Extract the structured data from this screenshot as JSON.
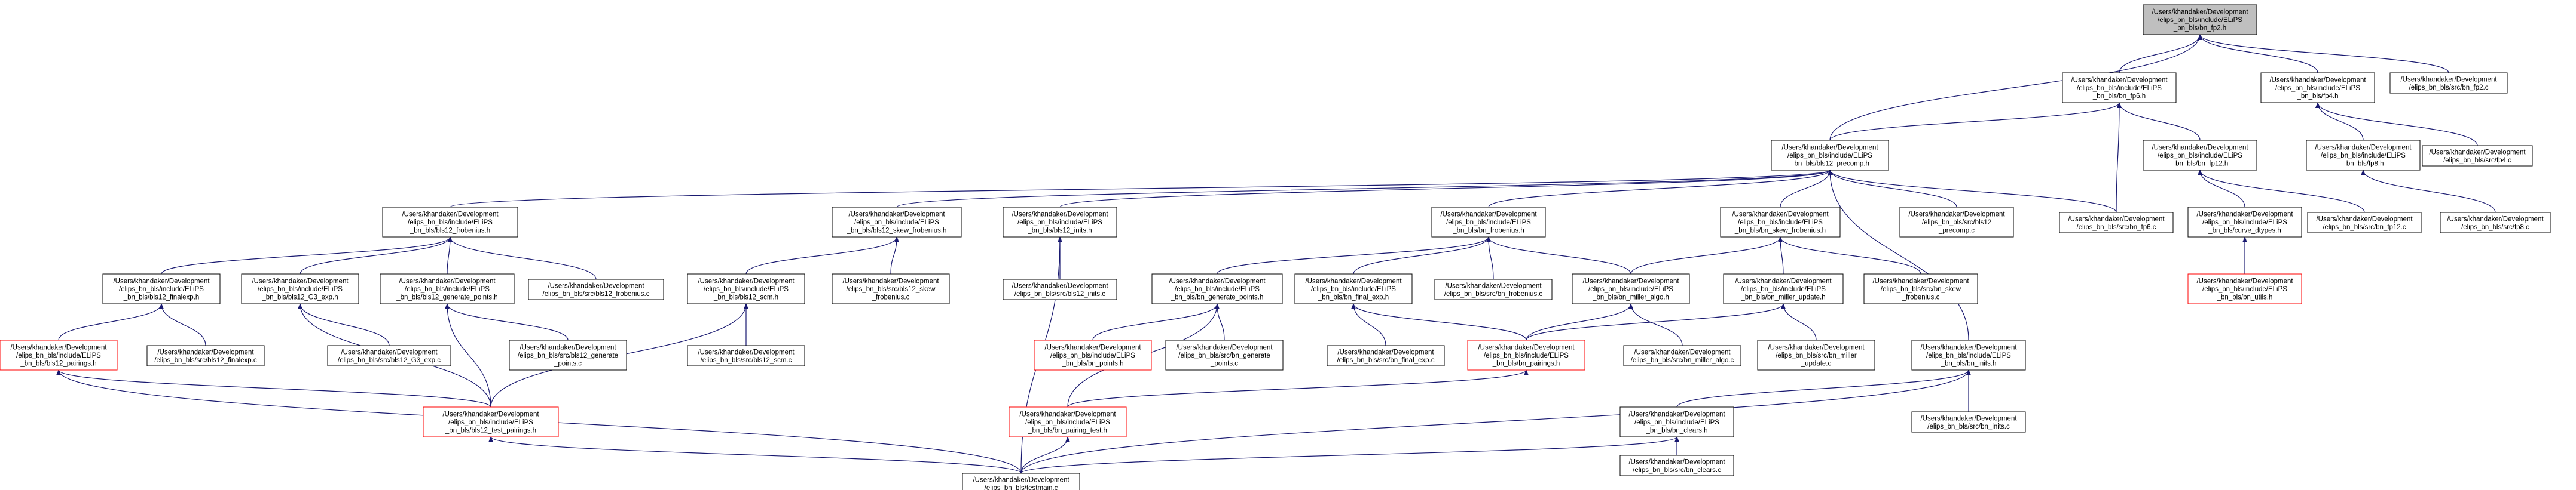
{
  "colors": {
    "edge": "#191970",
    "border": "#000000",
    "red_border": "#ff0000",
    "root_fill": "#bfbfbf",
    "fill": "#ffffff"
  },
  "nodes": {
    "bn_fp2_h": {
      "lines": [
        "/Users/khandaker/Development",
        "/elips_bn_bls/include/ELiPS",
        "_bn_bls/bn_fp2.h"
      ],
      "style": "root"
    },
    "bn_fp6_h": {
      "lines": [
        "/Users/khandaker/Development",
        "/elips_bn_bls/include/ELiPS",
        "_bn_bls/bn_fp6.h"
      ]
    },
    "fp4_h": {
      "lines": [
        "/Users/khandaker/Development",
        "/elips_bn_bls/include/ELiPS",
        "_bn_bls/fp4.h"
      ]
    },
    "bn_fp2_c": {
      "lines": [
        "/Users/khandaker/Development",
        "/elips_bn_bls/src/bn_fp2.c"
      ]
    },
    "bls12_precomp_h": {
      "lines": [
        "/Users/khandaker/Development",
        "/elips_bn_bls/include/ELiPS",
        "_bn_bls/bls12_precomp.h"
      ]
    },
    "bn_fp12_h": {
      "lines": [
        "/Users/khandaker/Development",
        "/elips_bn_bls/include/ELiPS",
        "_bn_bls/bn_fp12.h"
      ]
    },
    "fp8_h": {
      "lines": [
        "/Users/khandaker/Development",
        "/elips_bn_bls/include/ELiPS",
        "_bn_bls/fp8.h"
      ]
    },
    "fp4_c": {
      "lines": [
        "/Users/khandaker/Development",
        "/elips_bn_bls/src/fp4.c"
      ]
    },
    "bls12_frobenius_h": {
      "lines": [
        "/Users/khandaker/Development",
        "/elips_bn_bls/include/ELiPS",
        "_bn_bls/bls12_frobenius.h"
      ]
    },
    "bls12_skew_frob_h": {
      "lines": [
        "/Users/khandaker/Development",
        "/elips_bn_bls/include/ELiPS",
        "_bn_bls/bls12_skew_frobenius.h"
      ]
    },
    "bls12_inits_h": {
      "lines": [
        "/Users/khandaker/Development",
        "/elips_bn_bls/include/ELiPS",
        "_bn_bls/bls12_inits.h"
      ]
    },
    "bn_frobenius_h": {
      "lines": [
        "/Users/khandaker/Development",
        "/elips_bn_bls/include/ELiPS",
        "_bn_bls/bn_frobenius.h"
      ]
    },
    "bn_skew_frob_h": {
      "lines": [
        "/Users/khandaker/Development",
        "/elips_bn_bls/include/ELiPS",
        "_bn_bls/bn_skew_frobenius.h"
      ]
    },
    "bls12_precomp_c": {
      "lines": [
        "/Users/khandaker/Development",
        "/elips_bn_bls/src/bls12",
        "_precomp.c"
      ]
    },
    "bn_fp6_c": {
      "lines": [
        "/Users/khandaker/Development",
        "/elips_bn_bls/src/bn_fp6.c"
      ]
    },
    "curve_dtypes_h": {
      "lines": [
        "/Users/khandaker/Development",
        "/elips_bn_bls/include/ELiPS",
        "_bn_bls/curve_dtypes.h"
      ]
    },
    "bn_fp12_c": {
      "lines": [
        "/Users/khandaker/Development",
        "/elips_bn_bls/src/bn_fp12.c"
      ]
    },
    "fp8_c": {
      "lines": [
        "/Users/khandaker/Development",
        "/elips_bn_bls/src/fp8.c"
      ]
    },
    "bls12_finalexp_h": {
      "lines": [
        "/Users/khandaker/Development",
        "/elips_bn_bls/include/ELiPS",
        "_bn_bls/bls12_finalexp.h"
      ]
    },
    "bls12_g3_exp_h": {
      "lines": [
        "/Users/khandaker/Development",
        "/elips_bn_bls/include/ELiPS",
        "_bn_bls/bls12_G3_exp.h"
      ]
    },
    "bls12_gen_points_h": {
      "lines": [
        "/Users/khandaker/Development",
        "/elips_bn_bls/include/ELiPS",
        "_bn_bls/bls12_generate_points.h"
      ]
    },
    "bls12_frobenius_c": {
      "lines": [
        "/Users/khandaker/Development",
        "/elips_bn_bls/src/bls12_frobenius.c"
      ]
    },
    "bls12_scm_h": {
      "lines": [
        "/Users/khandaker/Development",
        "/elips_bn_bls/include/ELiPS",
        "_bn_bls/bls12_scm.h"
      ]
    },
    "bls12_skew_frob_c": {
      "lines": [
        "/Users/khandaker/Development",
        "/elips_bn_bls/src/bls12_skew",
        "_frobenius.c"
      ]
    },
    "bls12_inits_c": {
      "lines": [
        "/Users/khandaker/Development",
        "/elips_bn_bls/src/bls12_inits.c"
      ]
    },
    "bn_gen_points_h": {
      "lines": [
        "/Users/khandaker/Development",
        "/elips_bn_bls/include/ELiPS",
        "_bn_bls/bn_generate_points.h"
      ]
    },
    "bn_final_exp_h": {
      "lines": [
        "/Users/khandaker/Development",
        "/elips_bn_bls/include/ELiPS",
        "_bn_bls/bn_final_exp.h"
      ]
    },
    "bn_frobenius_c": {
      "lines": [
        "/Users/khandaker/Development",
        "/elips_bn_bls/src/bn_frobenius.c"
      ]
    },
    "bn_miller_algo_h": {
      "lines": [
        "/Users/khandaker/Development",
        "/elips_bn_bls/include/ELiPS",
        "_bn_bls/bn_miller_algo.h"
      ]
    },
    "bn_miller_update_h": {
      "lines": [
        "/Users/khandaker/Development",
        "/elips_bn_bls/include/ELiPS",
        "_bn_bls/bn_miller_update.h"
      ]
    },
    "bn_skew_frob_c": {
      "lines": [
        "/Users/khandaker/Development",
        "/elips_bn_bls/src/bn_skew",
        "_frobenius.c"
      ]
    },
    "bn_utils_h": {
      "lines": [
        "/Users/khandaker/Development",
        "/elips_bn_bls/include/ELiPS",
        "_bn_bls/bn_utils.h"
      ],
      "style": "red"
    },
    "bls12_pairings_h": {
      "lines": [
        "/Users/khandaker/Development",
        "/elips_bn_bls/include/ELiPS",
        "_bn_bls/bls12_pairings.h"
      ],
      "style": "red"
    },
    "bls12_finalexp_c": {
      "lines": [
        "/Users/khandaker/Development",
        "/elips_bn_bls/src/bls12_finalexp.c"
      ]
    },
    "bls12_g3_exp_c": {
      "lines": [
        "/Users/khandaker/Development",
        "/elips_bn_bls/src/bls12_G3_exp.c"
      ]
    },
    "bls12_gen_points_c": {
      "lines": [
        "/Users/khandaker/Development",
        "/elips_bn_bls/src/bls12_generate",
        "_points.c"
      ]
    },
    "bls12_scm_c": {
      "lines": [
        "/Users/khandaker/Development",
        "/elips_bn_bls/src/bls12_scm.c"
      ]
    },
    "bn_points_h": {
      "lines": [
        "/Users/khandaker/Development",
        "/elips_bn_bls/include/ELiPS",
        "_bn_bls/bn_points.h"
      ],
      "style": "red"
    },
    "bn_gen_points_c": {
      "lines": [
        "/Users/khandaker/Development",
        "/elips_bn_bls/src/bn_generate",
        "_points.c"
      ]
    },
    "bn_final_exp_c": {
      "lines": [
        "/Users/khandaker/Development",
        "/elips_bn_bls/src/bn_final_exp.c"
      ]
    },
    "bn_pairings_h": {
      "lines": [
        "/Users/khandaker/Development",
        "/elips_bn_bls/include/ELiPS",
        "_bn_bls/bn_pairings.h"
      ],
      "style": "red"
    },
    "bn_miller_algo_c": {
      "lines": [
        "/Users/khandaker/Development",
        "/elips_bn_bls/src/bn_miller_algo.c"
      ]
    },
    "bn_miller_update_c": {
      "lines": [
        "/Users/khandaker/Development",
        "/elips_bn_bls/src/bn_miller",
        "_update.c"
      ]
    },
    "bn_inits_h": {
      "lines": [
        "/Users/khandaker/Development",
        "/elips_bn_bls/include/ELiPS",
        "_bn_bls/bn_inits.h"
      ]
    },
    "bls12_test_pairings_h": {
      "lines": [
        "/Users/khandaker/Development",
        "/elips_bn_bls/include/ELiPS",
        "_bn_bls/bls12_test_pairings.h"
      ],
      "style": "red"
    },
    "bn_pairing_test_h": {
      "lines": [
        "/Users/khandaker/Development",
        "/elips_bn_bls/include/ELiPS",
        "_bn_bls/bn_pairing_test.h"
      ],
      "style": "red"
    },
    "bn_clears_h": {
      "lines": [
        "/Users/khandaker/Development",
        "/elips_bn_bls/include/ELiPS",
        "_bn_bls/bn_clears.h"
      ]
    },
    "bn_inits_c": {
      "lines": [
        "/Users/khandaker/Development",
        "/elips_bn_bls/src/bn_inits.c"
      ]
    },
    "testmain_c": {
      "lines": [
        "/Users/khandaker/Development",
        "/elips_bn_bls/testmain.c"
      ]
    },
    "bn_clears_c": {
      "lines": [
        "/Users/khandaker/Development",
        "/elips_bn_bls/src/bn_clears.c"
      ]
    }
  },
  "edges": [
    [
      "bn_fp6_h",
      "bn_fp2_h"
    ],
    [
      "fp4_h",
      "bn_fp2_h"
    ],
    [
      "bn_fp2_c",
      "bn_fp2_h"
    ],
    [
      "bls12_precomp_h",
      "bn_fp2_h"
    ],
    [
      "bls12_precomp_h",
      "bn_fp6_h"
    ],
    [
      "bn_fp12_h",
      "bn_fp6_h"
    ],
    [
      "bn_fp6_c",
      "bn_fp6_h"
    ],
    [
      "fp8_h",
      "fp4_h"
    ],
    [
      "fp4_c",
      "fp4_h"
    ],
    [
      "bls12_frobenius_h",
      "bls12_precomp_h"
    ],
    [
      "bls12_skew_frob_h",
      "bls12_precomp_h"
    ],
    [
      "bls12_inits_h",
      "bls12_precomp_h"
    ],
    [
      "bn_frobenius_h",
      "bls12_precomp_h"
    ],
    [
      "bn_skew_frob_h",
      "bls12_precomp_h"
    ],
    [
      "bls12_precomp_c",
      "bls12_precomp_h"
    ],
    [
      "bn_fp6_c",
      "bls12_precomp_h"
    ],
    [
      "bn_inits_h",
      "bls12_precomp_h"
    ],
    [
      "curve_dtypes_h",
      "bn_fp12_h"
    ],
    [
      "bn_fp12_c",
      "bn_fp12_h"
    ],
    [
      "fp8_c",
      "fp8_h"
    ],
    [
      "bn_utils_h",
      "curve_dtypes_h"
    ],
    [
      "bls12_finalexp_h",
      "bls12_frobenius_h"
    ],
    [
      "bls12_g3_exp_h",
      "bls12_frobenius_h"
    ],
    [
      "bls12_gen_points_h",
      "bls12_frobenius_h"
    ],
    [
      "bls12_frobenius_c",
      "bls12_frobenius_h"
    ],
    [
      "bls12_scm_h",
      "bls12_skew_frob_h"
    ],
    [
      "bls12_skew_frob_c",
      "bls12_skew_frob_h"
    ],
    [
      "bls12_inits_c",
      "bls12_inits_h"
    ],
    [
      "testmain_c",
      "bls12_inits_h"
    ],
    [
      "bn_gen_points_h",
      "bn_frobenius_h"
    ],
    [
      "bn_final_exp_h",
      "bn_frobenius_h"
    ],
    [
      "bn_frobenius_c",
      "bn_frobenius_h"
    ],
    [
      "bn_miller_algo_h",
      "bn_frobenius_h"
    ],
    [
      "bn_miller_algo_h",
      "bn_skew_frob_h"
    ],
    [
      "bn_miller_update_h",
      "bn_skew_frob_h"
    ],
    [
      "bn_skew_frob_c",
      "bn_skew_frob_h"
    ],
    [
      "bls12_pairings_h",
      "bls12_finalexp_h"
    ],
    [
      "bls12_finalexp_c",
      "bls12_finalexp_h"
    ],
    [
      "bls12_test_pairings_h",
      "bls12_g3_exp_h"
    ],
    [
      "bls12_g3_exp_c",
      "bls12_g3_exp_h"
    ],
    [
      "bls12_test_pairings_h",
      "bls12_gen_points_h"
    ],
    [
      "bls12_gen_points_c",
      "bls12_gen_points_h"
    ],
    [
      "bls12_test_pairings_h",
      "bls12_scm_h"
    ],
    [
      "bls12_scm_c",
      "bls12_scm_h"
    ],
    [
      "bn_points_h",
      "bn_gen_points_h"
    ],
    [
      "bn_gen_points_c",
      "bn_gen_points_h"
    ],
    [
      "bn_pairing_test_h",
      "bn_gen_points_h"
    ],
    [
      "bn_final_exp_c",
      "bn_final_exp_h"
    ],
    [
      "bn_pairings_h",
      "bn_final_exp_h"
    ],
    [
      "bn_pairings_h",
      "bn_miller_algo_h"
    ],
    [
      "bn_miller_algo_c",
      "bn_miller_algo_h"
    ],
    [
      "bn_pairings_h",
      "bn_miller_update_h"
    ],
    [
      "bn_miller_update_c",
      "bn_miller_update_h"
    ],
    [
      "bls12_test_pairings_h",
      "bls12_pairings_h"
    ],
    [
      "testmain_c",
      "bls12_pairings_h"
    ],
    [
      "bn_pairing_test_h",
      "bn_pairings_h"
    ],
    [
      "bn_clears_h",
      "bn_inits_h"
    ],
    [
      "bn_inits_c",
      "bn_inits_h"
    ],
    [
      "testmain_c",
      "bn_inits_h"
    ],
    [
      "testmain_c",
      "bls12_test_pairings_h"
    ],
    [
      "testmain_c",
      "bn_pairing_test_h"
    ],
    [
      "testmain_c",
      "bn_clears_h"
    ],
    [
      "bn_clears_c",
      "bn_clears_h"
    ]
  ]
}
